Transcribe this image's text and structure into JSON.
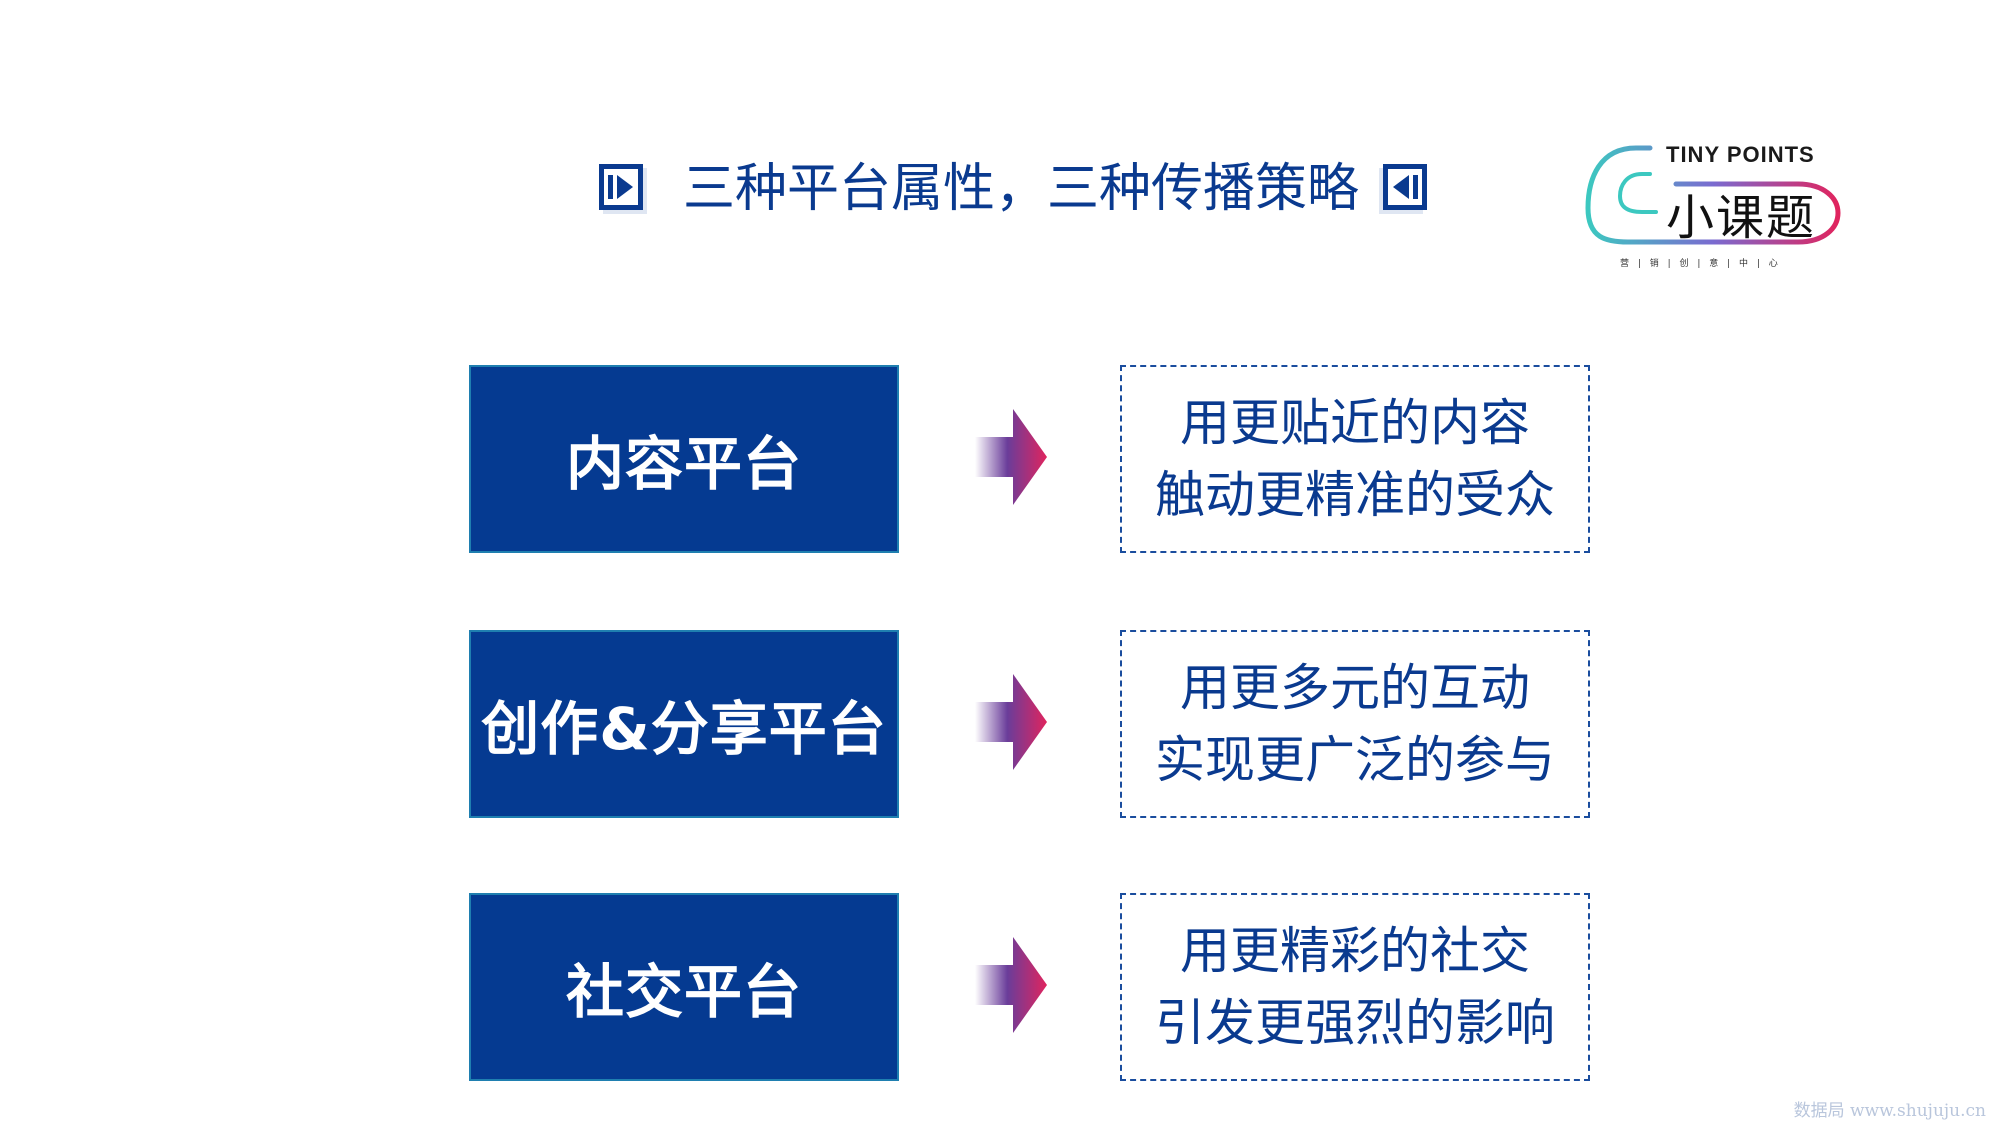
{
  "title": "三种平台属性，三种传播策略",
  "logo": {
    "top_text": "TINY POINTS",
    "main_text": "小课题",
    "sub_text": "营 | 销 | 创 | 意 | 中 | 心"
  },
  "rows": [
    {
      "platform": "内容平台",
      "lines": [
        "用更贴近的内容",
        "触动更精准的受众"
      ]
    },
    {
      "platform": "创作&分享平台",
      "lines": [
        "用更多元的互动",
        "实现更广泛的参与"
      ]
    },
    {
      "platform": "社交平台",
      "lines": [
        "用更精彩的社交",
        "引发更强烈的影响"
      ]
    }
  ],
  "watermark": "数据局 www.shujuju.cn",
  "colors": {
    "primary_blue": "#053a91",
    "text_blue": "#0a3a8f",
    "arrow_start": "#ffffff",
    "arrow_mid": "#6a3d9a",
    "arrow_end": "#e0245e"
  },
  "icons": {
    "title_left": "play-right-icon",
    "title_right": "play-left-icon",
    "row_arrow": "arrow-right-icon"
  }
}
